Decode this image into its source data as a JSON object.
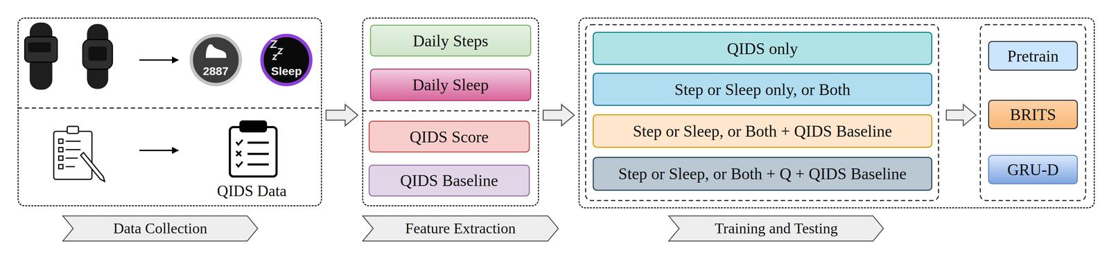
{
  "diagram": {
    "nodes": [
      {
        "text": [
          "Data Collection"
        ]
      },
      {
        "text": [
          "2887"
        ],
        "in": 0
      },
      {
        "text": [
          "Sleep"
        ],
        "in": 0
      },
      {
        "text": [
          "Feature Extraction"
        ]
      },
      {
        "text": [
          "Daily Steps"
        ],
        "in": 3
      },
      {
        "text": [
          "Daily Sleep"
        ],
        "in": 3
      },
      {
        "text": [
          "QIDS Score"
        ],
        "in": 3
      },
      {
        "text": [
          "QIDS Baseline"
        ],
        "in": 3
      },
      {
        "text": [
          "Training and Testing"
        ]
      },
      {
        "text": [
          "QIDS only"
        ],
        "in": 8
      },
      {
        "text": [
          "Step or Sleep only, or Both"
        ],
        "in": 8
      },
      {
        "text": [
          "Step or Sleep, or Both + QIDS Baseline"
        ],
        "in": 8
      },
      {
        "text": [
          "Step or Sleep, or Both + Q + QIDS Baseline"
        ],
        "in": 8
      },
      {
        "text": [
          "Pretrain"
        ],
        "in": 8
      },
      {
        "text": [
          "BRITS"
        ],
        "in": 8
      },
      {
        "text": [
          "GRU-D"
        ],
        "in": 8
      }
    ],
    "edges": [
      {
        "from": 0,
        "to": 3,
        "arrow": "to"
      },
      {
        "from": 3,
        "to": 8,
        "arrow": "to"
      }
    ],
    "labels": [
      "QIDS Data"
    ]
  }
}
